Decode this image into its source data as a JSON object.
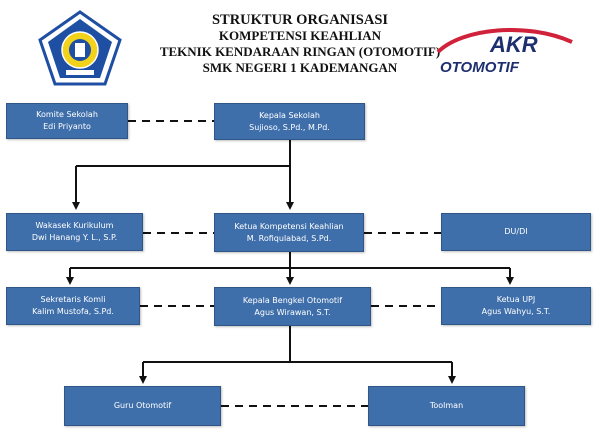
{
  "title": {
    "line1": "STRUKTUR ORGANISASI",
    "line2": "KOMPETENSI KEAHLIAN",
    "line3": "TEKNIK KENDARAAN RINGAN (OTOMOTIF)",
    "line4": "SMK NEGERI 1 KADEMANGAN"
  },
  "logos": {
    "right_top": "AKR",
    "right_bottom": "OTOMOTIF"
  },
  "colors": {
    "box_fill": "#3f6fab",
    "box_border": "#2f5687",
    "box_text": "#ffffff",
    "connector": "#111111",
    "logo_red": "#d0223a",
    "logo_navy": "#1d2f6f",
    "school_blue": "#1f4fa3"
  },
  "nodes": {
    "komite": {
      "role": "Komite Sekolah",
      "name": "Edi Priyanto"
    },
    "kepsek": {
      "role": "Kepala Sekolah",
      "name": "Sujioso, S.Pd., M.Pd."
    },
    "wakasek": {
      "role": "Wakasek Kurikulum",
      "name": "Dwi Hanang Y. L., S.P."
    },
    "kakomli": {
      "role": "Ketua Kompetensi Keahlian",
      "name": "M. Rofiqulabad, S.Pd."
    },
    "dudi": {
      "role": "DU/DI",
      "name": ""
    },
    "sekretaris": {
      "role": "Sekretaris Komli",
      "name": "Kalim Mustofa, S.Pd."
    },
    "kabengkel": {
      "role": "Kepala Bengkel Otomotif",
      "name": "Agus Wirawan, S.T."
    },
    "upj": {
      "role": "Ketua UPJ",
      "name": "Agus Wahyu, S.T."
    },
    "guru": {
      "role": "Guru Otomotif",
      "name": ""
    },
    "toolman": {
      "role": "Toolman",
      "name": ""
    }
  }
}
